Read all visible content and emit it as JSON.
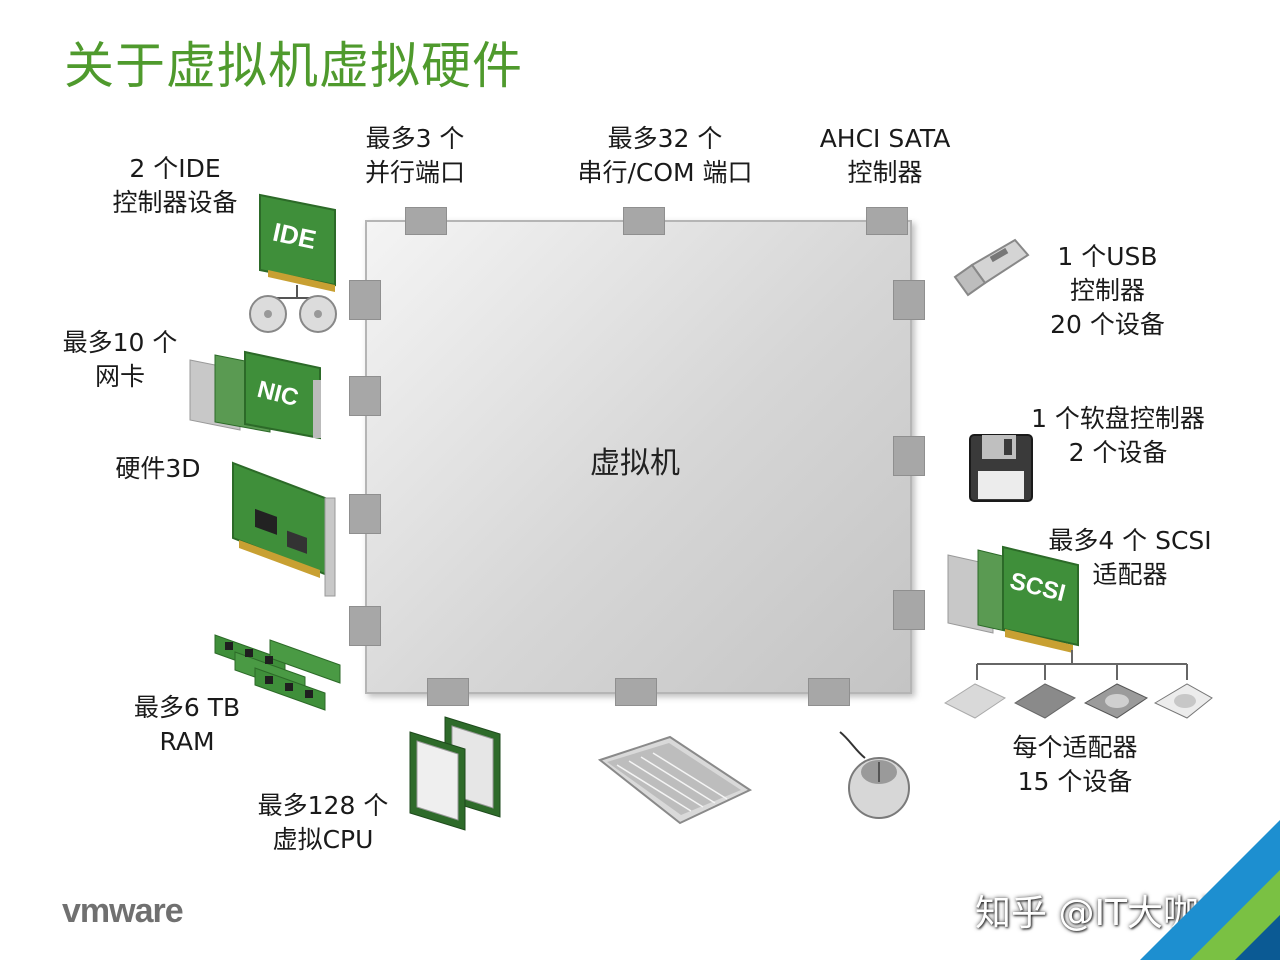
{
  "title": "关于虚拟机虚拟硬件",
  "center": {
    "label": "虚拟机"
  },
  "components": {
    "ide": {
      "line1": "2 个IDE",
      "line2": "控制器设备",
      "chip": "IDE"
    },
    "nic": {
      "line1": "最多10 个",
      "line2": "网卡",
      "chip": "NIC"
    },
    "gpu": {
      "line1": "硬件3D"
    },
    "ram": {
      "line1": "最多6 TB",
      "line2": "RAM"
    },
    "cpu": {
      "line1": "最多128 个",
      "line2": "虚拟CPU"
    },
    "parallel": {
      "line1": "最多3 个",
      "line2": "并行端口"
    },
    "serial": {
      "line1": "最多32 个",
      "line2": "串行/COM 端口"
    },
    "sata": {
      "line1": "AHCI SATA",
      "line2": "控制器"
    },
    "usb": {
      "line1": "1 个USB",
      "line2": "控制器",
      "line3": "20 个设备"
    },
    "floppy": {
      "line1": "1 个软盘控制器",
      "line2": "2 个设备"
    },
    "scsi": {
      "line1": "最多4 个 SCSI",
      "line2": "适配器",
      "chip": "SCSI"
    },
    "scsi_devices": {
      "line1": "每个适配器",
      "line2": "15 个设备"
    }
  },
  "footer": {
    "logo": "vmware",
    "watermark": "知乎 @IT大咖说"
  },
  "colors": {
    "title": "#4f9a2d",
    "box": "#d6d6d6",
    "port": "#a7a7a7",
    "pcb": "#3f8f3a",
    "accent_blue": "#1d8fd0",
    "accent_green": "#7ac143"
  }
}
